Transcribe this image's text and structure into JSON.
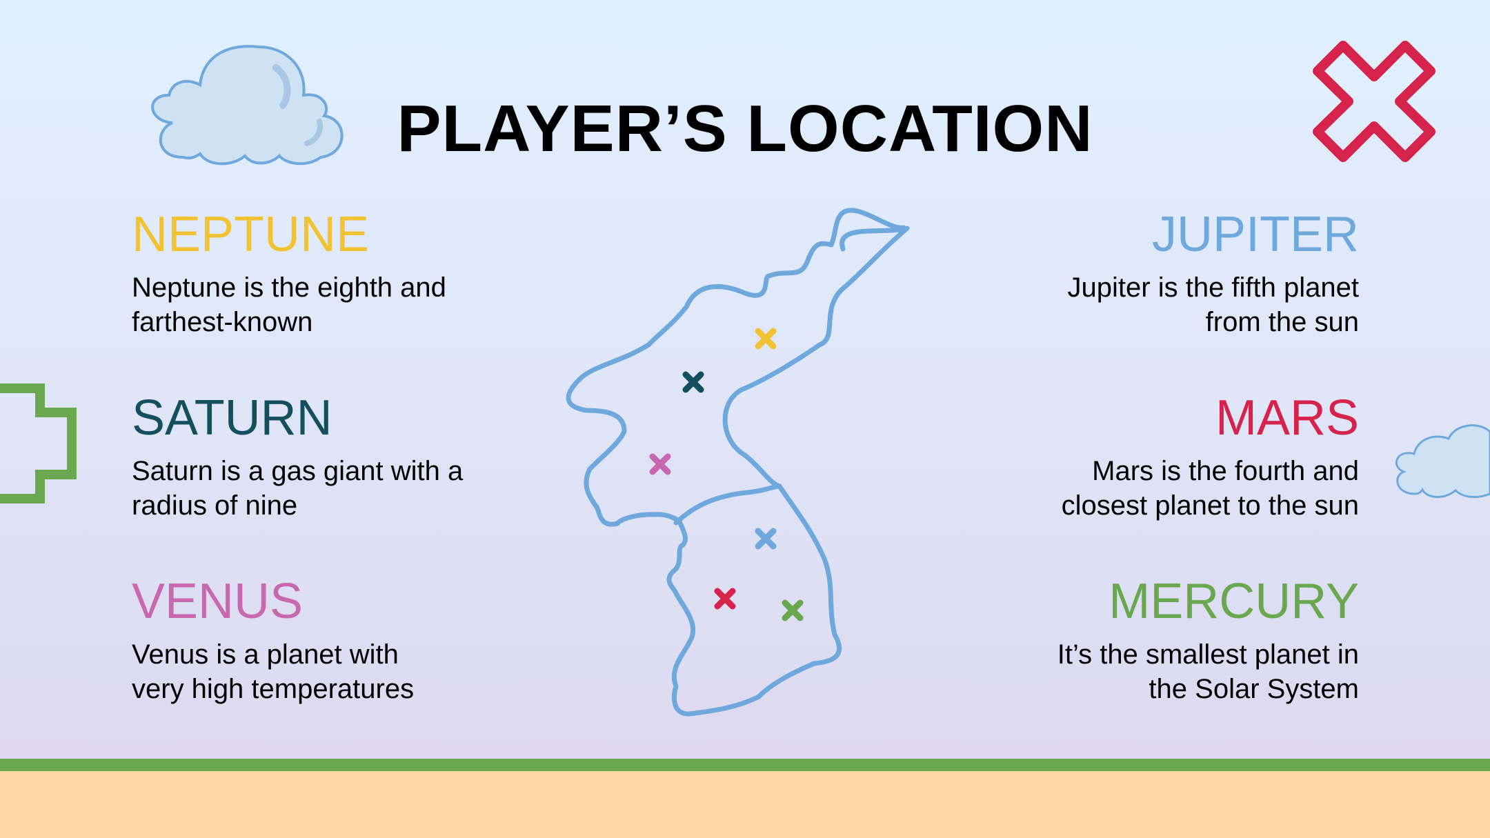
{
  "title": "PLAYER’S LOCATION",
  "colors": {
    "neptune": "#f1c232",
    "saturn": "#134f5c",
    "venus": "#c869b0",
    "jupiter": "#6fa8dc",
    "mars": "#d5234c",
    "mercury": "#6aa84f",
    "map_outline": "#6fa8dc",
    "grass": "#6aa84f",
    "ground": "#fad6a1"
  },
  "planets_left": [
    {
      "name": "NEPTUNE",
      "desc": "Neptune is the eighth and farthest-known"
    },
    {
      "name": "SATURN",
      "desc": "Saturn is a gas giant with a radius of nine"
    },
    {
      "name": "VENUS",
      "desc": "Venus is a planet with very high temperatures"
    }
  ],
  "planets_right": [
    {
      "name": "JUPITER",
      "desc": "Jupiter is the fifth planet from the sun"
    },
    {
      "name": "MARS",
      "desc": "Mars is the fourth and closest planet to the sun"
    },
    {
      "name": "MERCURY",
      "desc": "It’s the smallest planet in the Solar System"
    }
  ],
  "icons": [
    "cloud-icon",
    "close-x-icon",
    "plus-icon",
    "map-icon",
    "location-x-icon"
  ]
}
